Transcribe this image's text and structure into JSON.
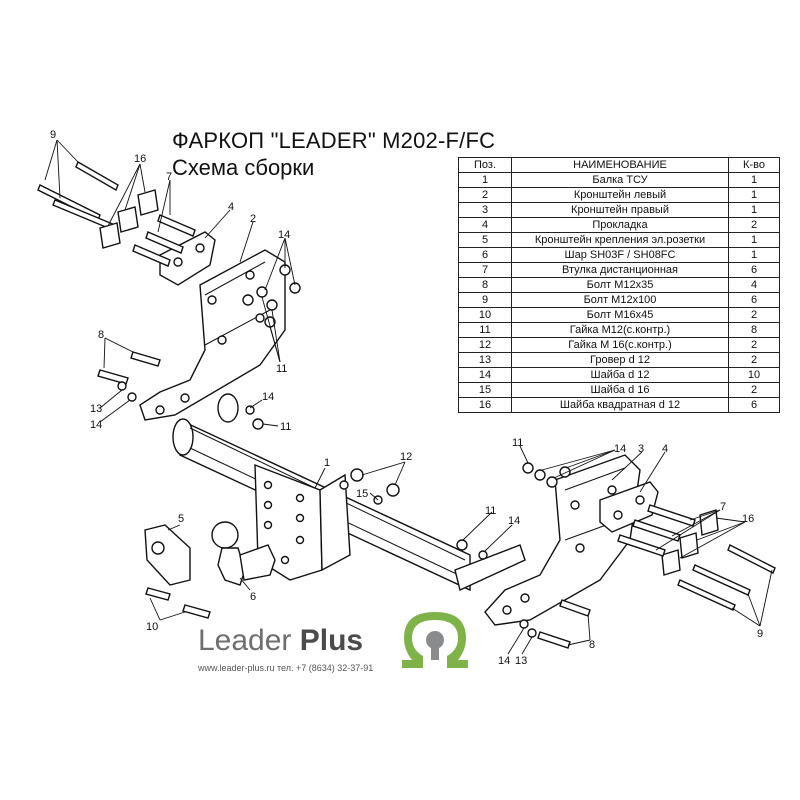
{
  "title": {
    "line1": "ФАРКОП \"LEADER\" M202-F/FC",
    "line2": "Схема сборки"
  },
  "parts_table": {
    "headers": [
      "Поз.",
      "НАИМЕНОВАНИЕ",
      "К-во"
    ],
    "rows": [
      {
        "pos": "1",
        "name": "Балка ТСУ",
        "qty": "1"
      },
      {
        "pos": "2",
        "name": "Кронштейн левый",
        "qty": "1"
      },
      {
        "pos": "3",
        "name": "Кронштейн правый",
        "qty": "1"
      },
      {
        "pos": "4",
        "name": "Прокладка",
        "qty": "2"
      },
      {
        "pos": "5",
        "name": "Кронштейн крепления эл.розетки",
        "qty": "1"
      },
      {
        "pos": "6",
        "name": "Шар SH03F / SH08FC",
        "qty": "1"
      },
      {
        "pos": "7",
        "name": "Втулка дистанционная",
        "qty": "6"
      },
      {
        "pos": "8",
        "name": "Болт М12х35",
        "qty": "4"
      },
      {
        "pos": "9",
        "name": "Болт М12х100",
        "qty": "6"
      },
      {
        "pos": "10",
        "name": "Болт М16х45",
        "qty": "2"
      },
      {
        "pos": "11",
        "name": "Гайка М12(с.контр.)",
        "qty": "8"
      },
      {
        "pos": "12",
        "name": "Гайка  М 16(с.контр.)",
        "qty": "2"
      },
      {
        "pos": "13",
        "name": "Гровер d 12",
        "qty": "2"
      },
      {
        "pos": "14",
        "name": "Шайба d 12",
        "qty": "10"
      },
      {
        "pos": "15",
        "name": "Шайба d 16",
        "qty": "2"
      },
      {
        "pos": "16",
        "name": "Шайба квадратная d 12",
        "qty": "6"
      }
    ]
  },
  "callouts": {
    "c1": "1",
    "c2": "2",
    "c3": "3",
    "c4a": "4",
    "c4b": "4",
    "c5": "5",
    "c6": "6",
    "c7a": "7",
    "c7b": "7",
    "c8a": "8",
    "c8b": "8",
    "c9a": "9",
    "c9b": "9",
    "c10": "10",
    "c11a": "11",
    "c11b": "11",
    "c11c": "11",
    "c11d": "11",
    "c12": "12",
    "c13a": "13",
    "c13b": "13",
    "c14a": "14",
    "c14b": "14",
    "c14c": "14",
    "c14d": "14",
    "c14e": "14",
    "c14f": "14",
    "c15": "15",
    "c16a": "16",
    "c16b": "16"
  },
  "brand": {
    "name_light": "Leader ",
    "name_bold": "Plus",
    "contact": "www.leader-plus.ru   тел. +7 (8634) 32-37-91",
    "logo_color": "#7fb34a",
    "ball_color": "#8a8b8d"
  }
}
